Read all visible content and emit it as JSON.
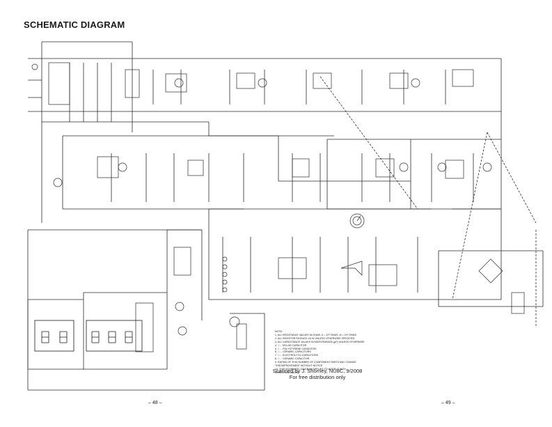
{
  "title": "SCHEMATIC DIAGRAM",
  "credit": {
    "line1": "Scanned by J. Shorney, NU8C, 9/2008",
    "line2": "For free distribution only"
  },
  "pages": {
    "left": "– 48 –",
    "right": "– 49 –"
  },
  "notes": [
    "NOTE:",
    "1. ALL RESISTANCE VALUES IN OHMS, K = 10³ OHMS, M = 10⁶ OHMS",
    "2. ALL RESISTOR RATINGS 1/4 W UNLESS OTHERWISE SPECIFIED",
    "3. ALL CAPACITANCE VALUES IN MICROFARADS (µF) UNLESS OTHERWISE",
    "4. □ ... MYLAR CAPACITOR",
    "5. □ ... POLYSTYRENE CAPACITOR",
    "6. □ ... CERAMIC CAPACITORS",
    "7. □ ... ELECTROLYTIC CAPACITORS",
    "8. □ ... CERAMIC CAPACITOR",
    "9. RATING OF THIS NUMBER OF COMPONENT PARTS MAY CHANGE",
    "THIS IMPROVEMENT WITHOUT NOTICE.",
    "10. THIS SCHEMATIC DIAGRAM APPLIES TO MODELS WITH",
    "SERIES AND ABOVE"
  ]
}
